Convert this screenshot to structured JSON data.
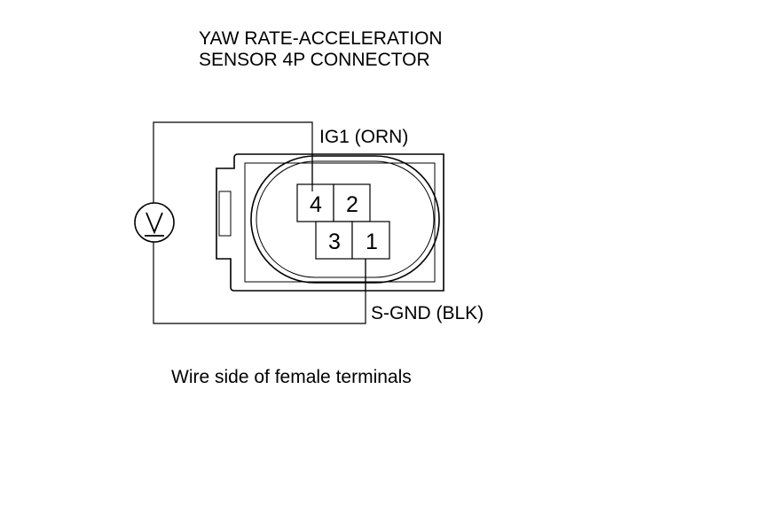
{
  "title": {
    "line1": "YAW RATE-ACCELERATION",
    "line2": "SENSOR 4P CONNECTOR"
  },
  "wires": {
    "ig1": "IG1 (ORN)",
    "sgnd": "S-GND (BLK)"
  },
  "meter": {
    "symbol": "V",
    "icon": "voltmeter-icon"
  },
  "pins": {
    "p4": "4",
    "p2": "2",
    "p3": "3",
    "p1": "1"
  },
  "caption": "Wire side of female terminals"
}
